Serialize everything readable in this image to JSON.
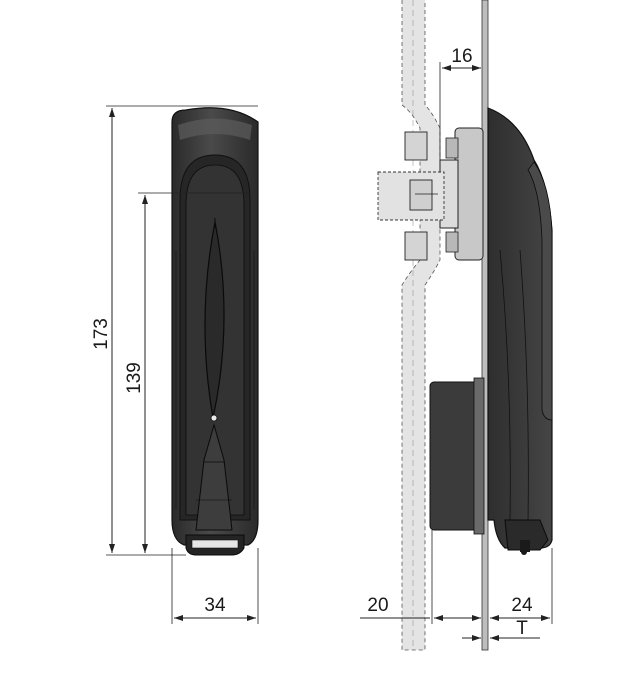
{
  "drawing": {
    "front_view": {
      "height_overall": "173",
      "height_grip": "139",
      "width": "34"
    },
    "side_view": {
      "offset_top": "16",
      "door_offset": "20",
      "depth": "24",
      "thickness_label": "T"
    },
    "colors": {
      "handle_body": "#3a3a3a",
      "handle_dark": "#1c1c1c",
      "handle_light": "#5a5a5a",
      "metal": "#cfcfcf",
      "door": "#dcdcdc",
      "line": "#222222"
    }
  }
}
